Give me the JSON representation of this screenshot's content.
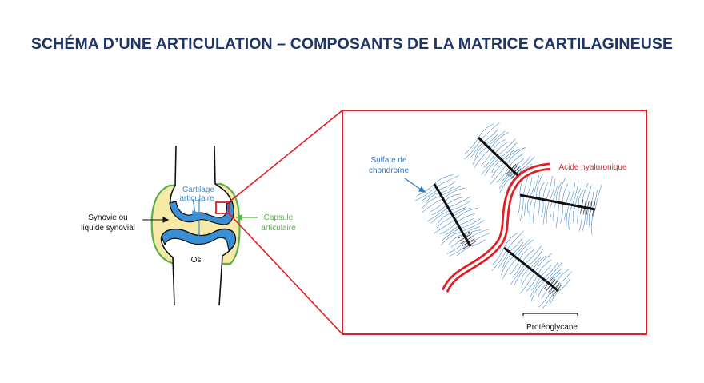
{
  "title": "SCHÉMA D’UNE ARTICULATION – COMPOSANTS DE LA MATRICE CARTILAGINEUSE",
  "colors": {
    "title": "#1f3566",
    "cartilage": "#3a8fd4",
    "synovia": "#f7e9a8",
    "capsule": "#5bb04a",
    "hyaluronic": "#e21e25",
    "zoom_frame": "#e21e25",
    "chondroitin": "#2f78c4"
  },
  "labels": {
    "cartilage_line1": "Cartilage",
    "cartilage_line2": "articulaire",
    "synovia_line1": "Synovie ou",
    "synovia_line2": "liquide synovial",
    "capsule_line1": "Capsule",
    "capsule_line2": "articulaire",
    "bone": "Os",
    "chondroitin_line1": "Sulfate de",
    "chondroitin_line2": "chondroïne",
    "hyaluronic": "Acide hyaluronique",
    "proteoglycan": "Protéoglycane"
  }
}
